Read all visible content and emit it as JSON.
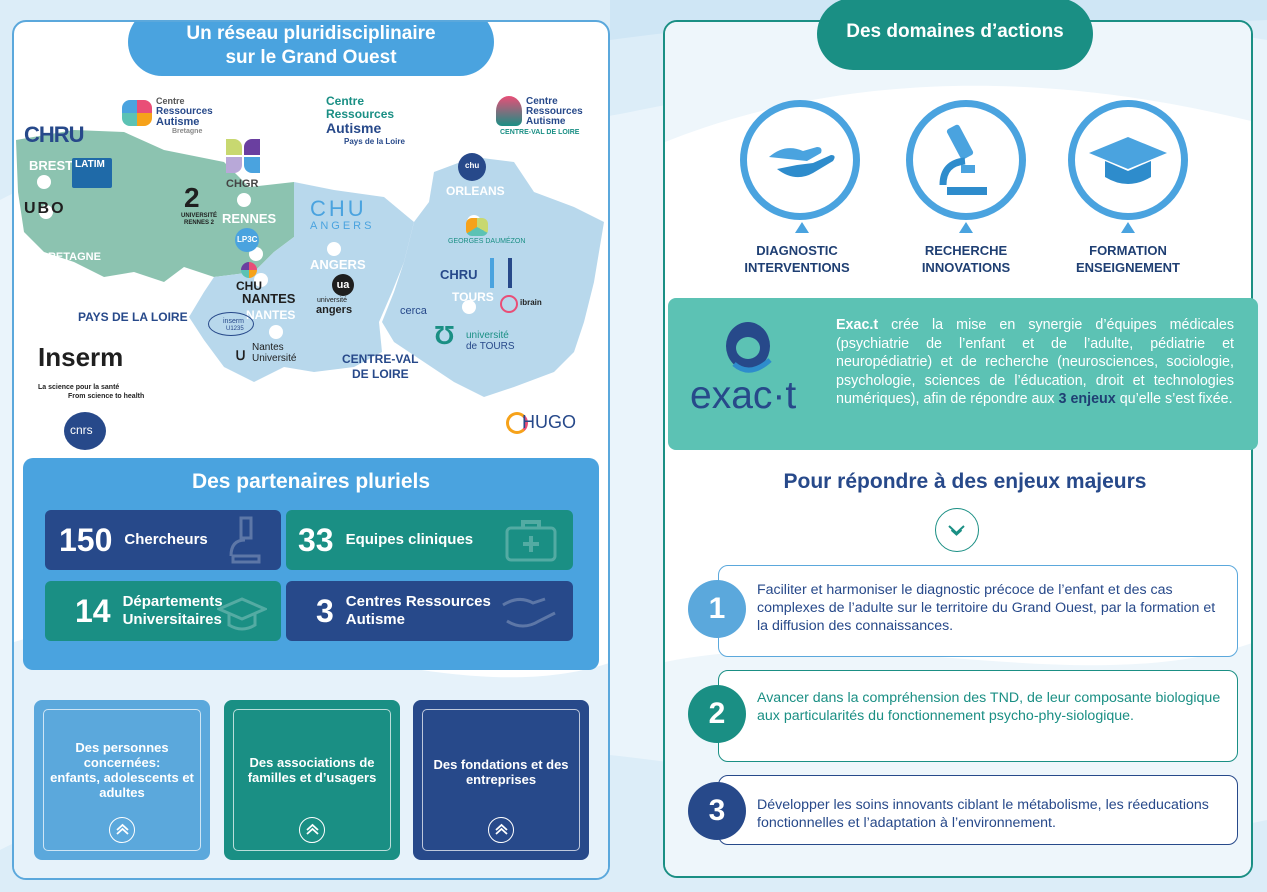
{
  "colors": {
    "blue_light": "#4aa3df",
    "blue_dark": "#27498a",
    "teal": "#1a8f84",
    "teal_light": "#5cc2b4",
    "navy_text": "#1f3f73",
    "map_green": "#8cc3b0",
    "map_blue": "#b8d8ec"
  },
  "left": {
    "title_line1": "Un réseau pluridisciplinaire",
    "title_line2": "sur le Grand Ouest",
    "map": {
      "cities": [
        "BREST",
        "RENNES",
        "NANTES",
        "ANGERS",
        "ORLEANS",
        "TOURS"
      ],
      "regions": [
        "BRETAGNE",
        "PAYS DE LA LOIRE",
        "CENTRE-VAL",
        "DE LOIRE"
      ],
      "logos": {
        "chru_brest": "CHRU",
        "cra_bretagne": [
          "Centre",
          "Ressources",
          "Autisme",
          "Bretagne"
        ],
        "cra_pdl": [
          "Centre",
          "Ressources",
          "Autisme",
          "Pays de la Loire"
        ],
        "cra_cvl": [
          "Centre",
          "Ressources",
          "Autisme",
          "CENTRE-VAL DE LOIRE"
        ],
        "latim": "LATIM",
        "ubo": "UBO",
        "chgr": "CHGR",
        "univ_rennes": [
          "UNIVERSITÉ",
          "RENNES 2"
        ],
        "lp3c": "LP3C",
        "chu_angers": [
          "CHU",
          "ANGERS"
        ],
        "ua": [
          "université",
          "angers"
        ],
        "chu_nantes": [
          "CHU",
          "NANTES"
        ],
        "inserm_u1235": [
          "inserm",
          "U1235"
        ],
        "nantes_univ": [
          "Nantes",
          "Université"
        ],
        "chu_orleans": "chu",
        "daumezon": "GEORGES DAUMÉZON",
        "chru_tours": "CHRU",
        "cerca": "cerca",
        "ibrain": "ibrain",
        "univ_tours": [
          "université",
          "de TOURS"
        ],
        "inserm": "Inserm",
        "inserm_fr": "La science pour la santé",
        "inserm_en": "From science to health",
        "cnrs": "cnrs",
        "hugo": "HUGO"
      }
    },
    "partners": {
      "title": "Des partenaires pluriels",
      "stats": [
        {
          "num": "150",
          "label": "Chercheurs"
        },
        {
          "num": "33",
          "label": "Equipes cliniques"
        },
        {
          "num": "14",
          "label_1": "Départements",
          "label_2": "Universitaires"
        },
        {
          "num": "3",
          "label_1": "Centres Ressources",
          "label_2": "Autisme"
        }
      ]
    },
    "cards": [
      {
        "lines": [
          "Des personnes",
          "concernées:",
          "enfants, adolescents et",
          "adultes"
        ]
      },
      {
        "lines": [
          "Des associations de",
          "familles et d’usagers"
        ]
      },
      {
        "lines": [
          "Des fondations et des",
          "entreprises"
        ]
      }
    ]
  },
  "right": {
    "title": "Des domaines d’actions",
    "domains": [
      {
        "l1": "DIAGNOSTIC",
        "l2": "INTERVENTIONS",
        "icon": "hands-icon"
      },
      {
        "l1": "RECHERCHE",
        "l2": "INNOVATIONS",
        "icon": "microscope-icon"
      },
      {
        "l1": "FORMATION",
        "l2": "ENSEIGNEMENT",
        "icon": "graduation-cap-icon"
      }
    ],
    "exact": {
      "logo_text": "exac·t",
      "name": "Exac.t",
      "text_a": " crée la mise en synergie d’équipes médicales (psychiatrie de l’enfant et de l’adulte, pédiatrie et neuropédiatrie) et de recherche (neurosciences, sociologie, psychologie, sciences de l’éducation, droit et technologies numériques), afin de répondre aux ",
      "highlight": "3 enjeux",
      "text_b": " qu’elle s’est fixée."
    },
    "enjeux_title": "Pour répondre à des enjeux majeurs",
    "enjeux": [
      {
        "num": "1",
        "text": "Faciliter et harmoniser le diagnostic précoce de l’enfant et des cas complexes de l’adulte sur le territoire du Grand Ouest, par la formation et la diffusion des connaissances."
      },
      {
        "num": "2",
        "text": "Avancer dans la compréhension des TND, de leur composante biologique aux particularités du fonctionnement psycho-phy-siologique."
      },
      {
        "num": "3",
        "text": "Développer les soins innovants ciblant le métabolisme, les réeducations fonctionnelles et l’adaptation à l’environnement."
      }
    ]
  }
}
